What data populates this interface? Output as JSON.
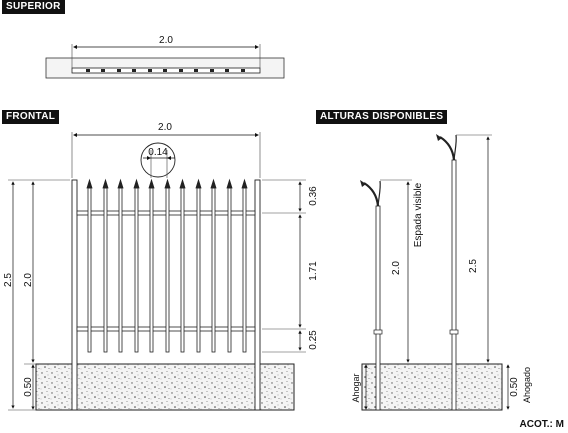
{
  "headers": {
    "superior": "SUPERIOR",
    "frontal": "FRONTAL",
    "alturas": "ALTURAS DISPONIBLES"
  },
  "superior": {
    "width": "2.0"
  },
  "frontal": {
    "width": "2.0",
    "spacing": "0.14",
    "total_height": "2.5",
    "fence_height": "2.0",
    "footing": "0.50",
    "top_segment": "0.36",
    "middle_segment": "1.71",
    "bottom_segment": "0.25"
  },
  "alturas": {
    "visible_label": "Espada visible",
    "height_short": "2.0",
    "height_long": "2.5",
    "buried_label": "Ahogar",
    "buried_label_right": "Ahogado",
    "buried_depth": "0.50"
  },
  "footer": {
    "scale": "ACOT.: M"
  }
}
